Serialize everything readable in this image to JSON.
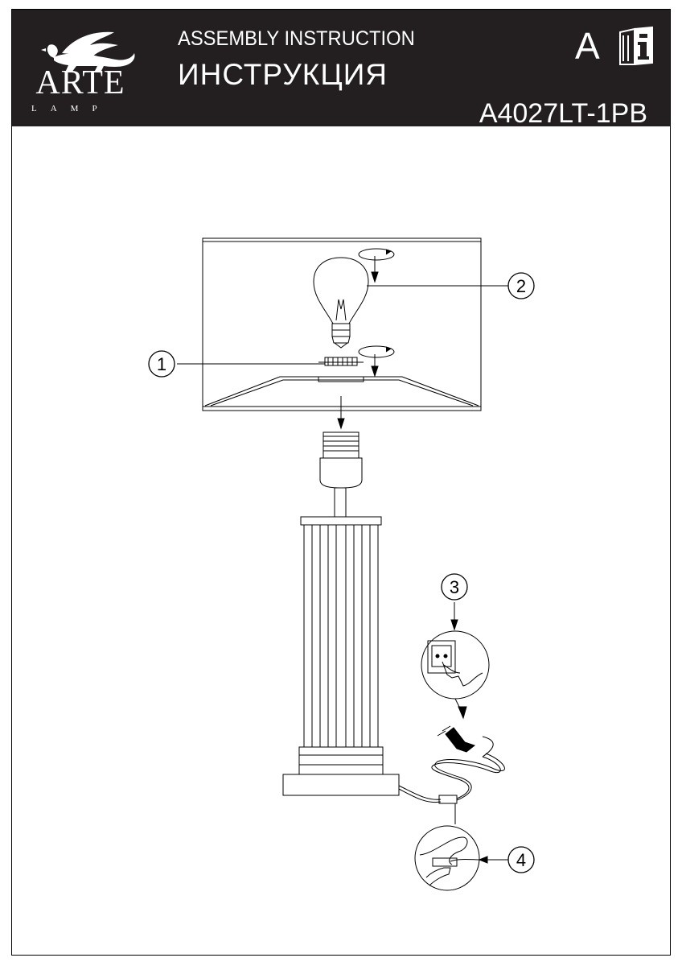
{
  "header": {
    "brand": "ARTE",
    "brand_sub": "LAMP",
    "title_en": "ASSEMBLY INSTRUCTION",
    "title_ru": "ИНСТРУКЦИЯ",
    "letter": "A",
    "model": "A4027LT-1PB",
    "background": "#231f20",
    "text_color": "#ffffff"
  },
  "callouts": {
    "c1": "1",
    "c2": "2",
    "c3": "3",
    "c4": "4"
  },
  "icons": {
    "logo": "griffin-logo-icon",
    "manual": "instruction-book-icon"
  }
}
